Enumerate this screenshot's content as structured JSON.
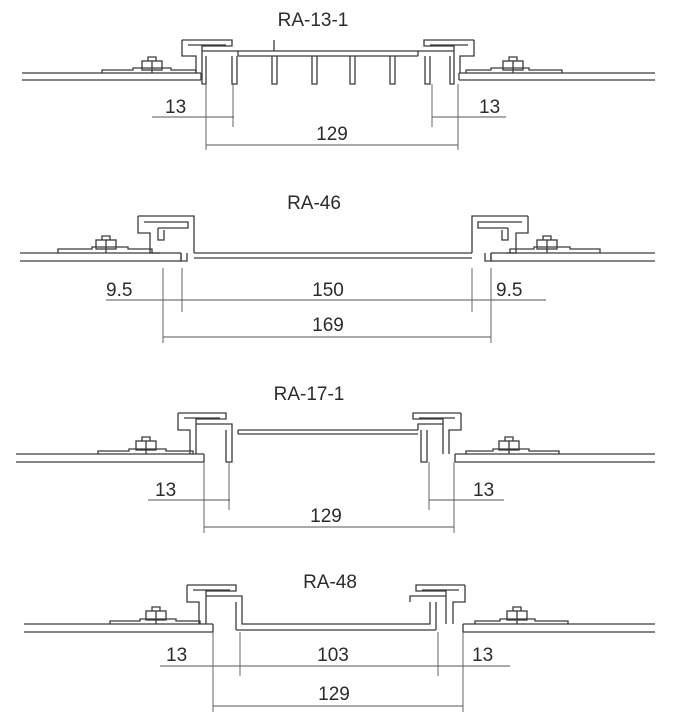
{
  "sections": [
    {
      "title": "RA-13-1",
      "left_dim": "13",
      "right_dim": "13",
      "total_dim": "129"
    },
    {
      "title": "RA-46",
      "left_dim": "9.5",
      "right_dim": "9.5",
      "inner_dim": "150",
      "total_dim": "169"
    },
    {
      "title": "RA-17-1",
      "left_dim": "13",
      "right_dim": "13",
      "total_dim": "129"
    },
    {
      "title": "RA-48",
      "left_dim": "13",
      "right_dim": "13",
      "inner_dim": "103",
      "total_dim": "129"
    }
  ]
}
